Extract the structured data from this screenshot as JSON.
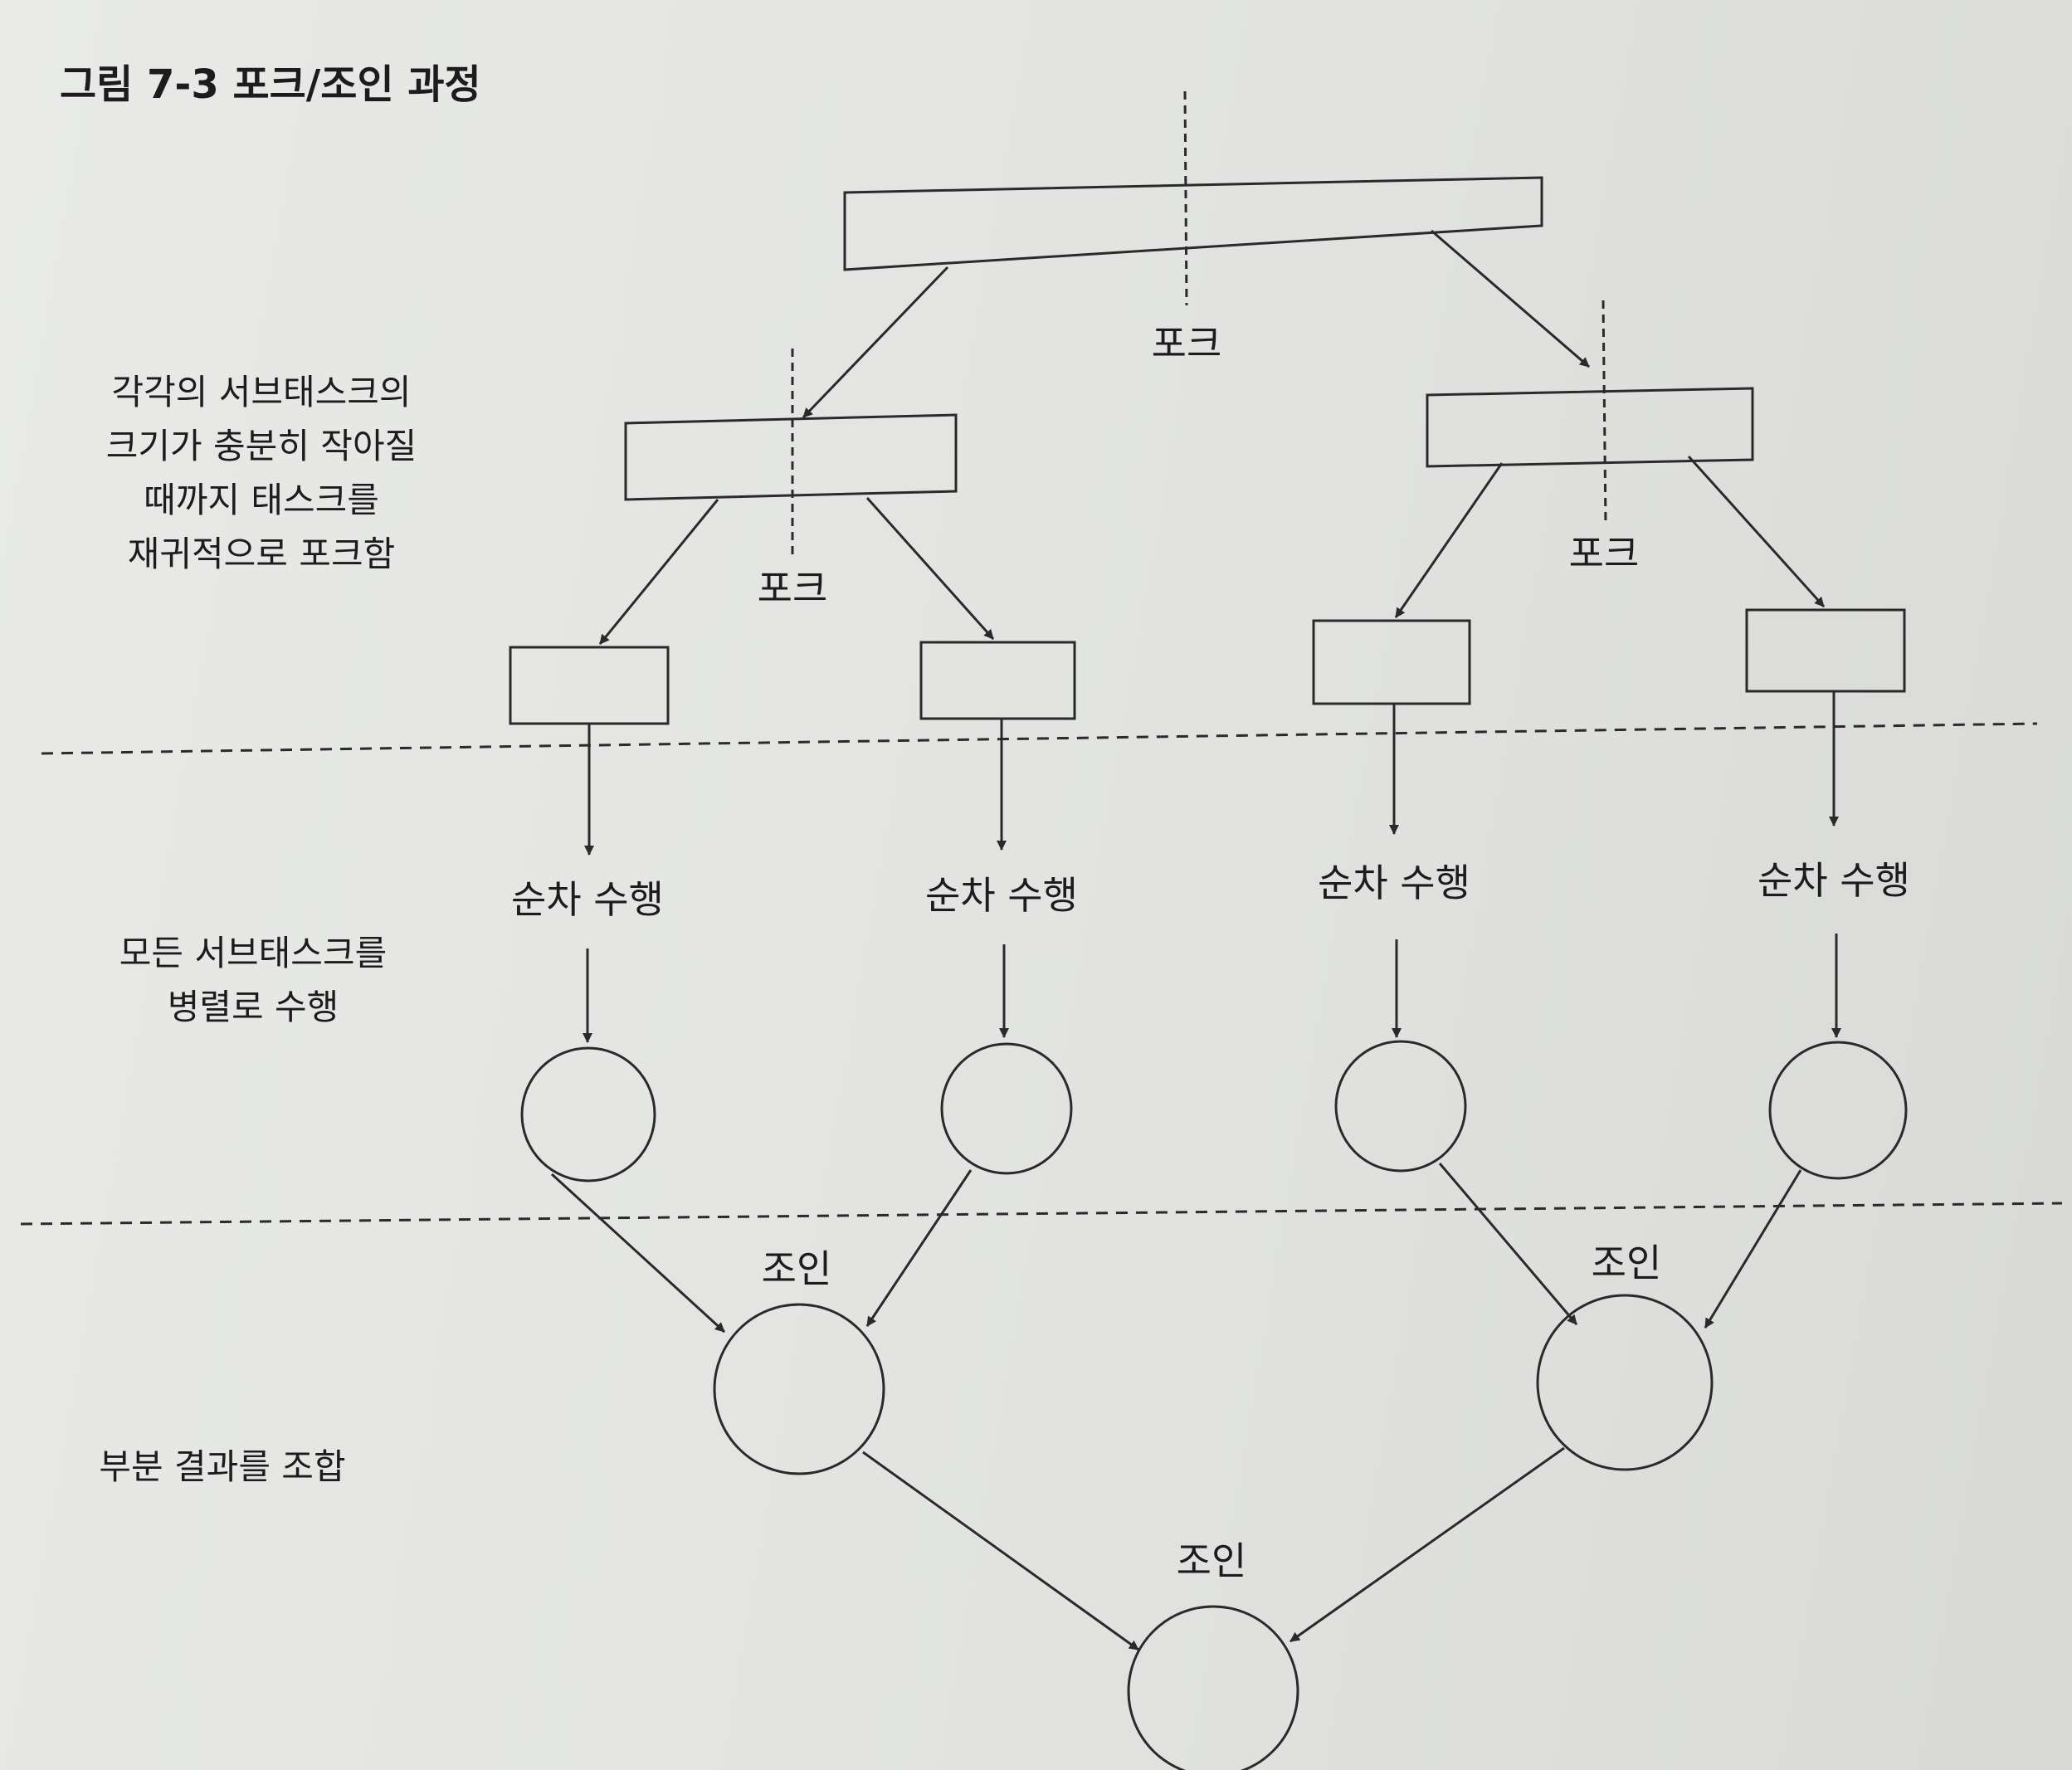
{
  "figure": {
    "title": "그림 7-3 포크/조인 과정"
  },
  "labels": {
    "fork_top": "포크",
    "fork_left": "포크",
    "fork_right": "포크",
    "seq_1": "순차 수행",
    "seq_2": "순차 수행",
    "seq_3": "순차 수행",
    "seq_4": "순차 수행",
    "join_left": "조인",
    "join_right": "조인",
    "join_final": "조인"
  },
  "notes": {
    "fork_note": [
      "각각의 서브태스크의",
      "크기가 충분히 작아질",
      "때까지 태스크를",
      "재귀적으로 포크함"
    ],
    "parallel_note": [
      "모든 서브태스크를",
      "병렬로 수행"
    ],
    "combine_note": [
      "부분 결과를 조합"
    ]
  },
  "colors": {
    "page": "#e4e5e3",
    "ink": "#1c1c1c",
    "stroke": "#2a2a2a"
  }
}
